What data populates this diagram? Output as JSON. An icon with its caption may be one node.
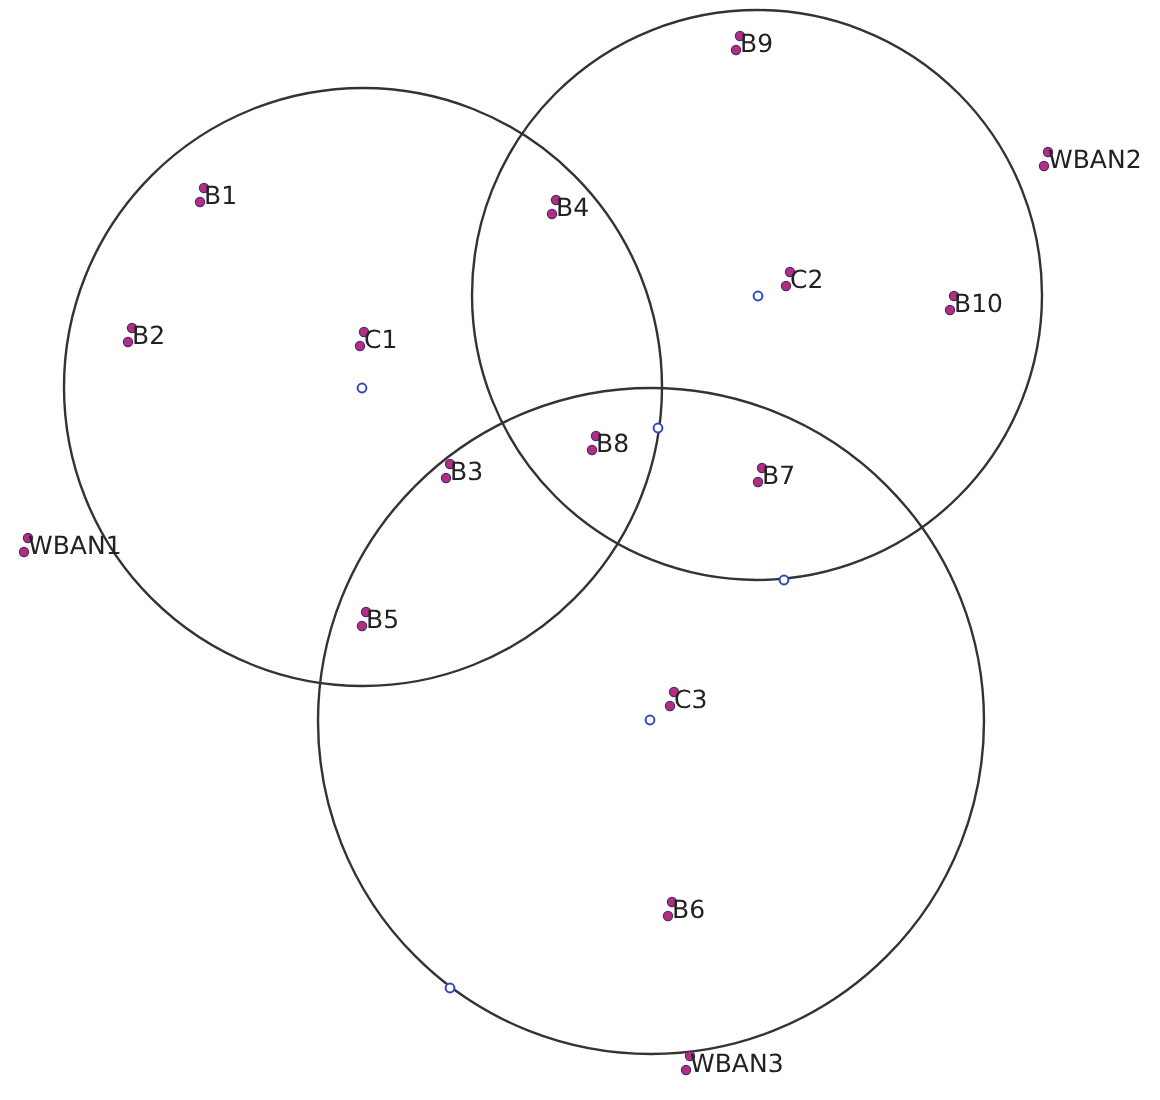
{
  "diagram": {
    "labels": [
      "B9",
      "WBAN2",
      "B1",
      "B4",
      "C2",
      "B2",
      "C1",
      "B10",
      "B8",
      "B3",
      "B7",
      "WBAN1",
      "B5",
      "C3",
      "B6",
      "WBAN3"
    ]
  }
}
